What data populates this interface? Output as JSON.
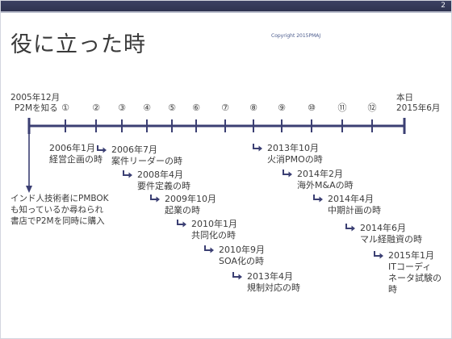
{
  "slide": {
    "number": "2",
    "title": "役に立った時",
    "copyright": "Copyright 2015PMAJ"
  },
  "timeline": {
    "start": {
      "lines": [
        "2005年12月",
        "P2Mを知る"
      ]
    },
    "end": {
      "lines": [
        "本日",
        "2015年6月"
      ]
    },
    "markers": [
      "①",
      "②",
      "③",
      "④",
      "⑤",
      "⑥",
      "⑦",
      "⑧",
      "⑨",
      "⑩",
      "⑪",
      "⑫"
    ],
    "origin_note": {
      "lines": [
        "インド人技術者にPMBOK",
        "も知っているか尋ねられ",
        "書店でP2Mを同時に購入"
      ]
    },
    "events": [
      {
        "date": "2006年1月",
        "lines": [
          "経営企画の時"
        ]
      },
      {
        "date": "2006年7月",
        "lines": [
          "案件リーダーの時"
        ]
      },
      {
        "date": "2008年4月",
        "lines": [
          "要件定義の時"
        ]
      },
      {
        "date": "2009年10月",
        "lines": [
          "起業の時"
        ]
      },
      {
        "date": "2010年1月",
        "lines": [
          "共同化の時"
        ]
      },
      {
        "date": "2010年9月",
        "lines": [
          "SOA化の時"
        ]
      },
      {
        "date": "2013年4月",
        "lines": [
          "規制対応の時"
        ]
      },
      {
        "date": "2013年10月",
        "lines": [
          "火消PMOの時"
        ]
      },
      {
        "date": "2014年2月",
        "lines": [
          "海外M&Aの時"
        ]
      },
      {
        "date": "2014年4月",
        "lines": [
          "中期計画の時"
        ]
      },
      {
        "date": "2014年6月",
        "lines": [
          "マル経融資の時"
        ]
      },
      {
        "date": "2015年1月",
        "lines": [
          "ITコーディ",
          "ネータ試験の",
          "時"
        ]
      }
    ]
  },
  "icons": {
    "event_bullet": "bent-arrow-icon",
    "start_connector": "down-arrow-icon"
  },
  "colors": {
    "header": "#2f3350",
    "accent": "#3b3f73",
    "text": "#3c3c3c",
    "copyright": "#4a5a8c"
  }
}
